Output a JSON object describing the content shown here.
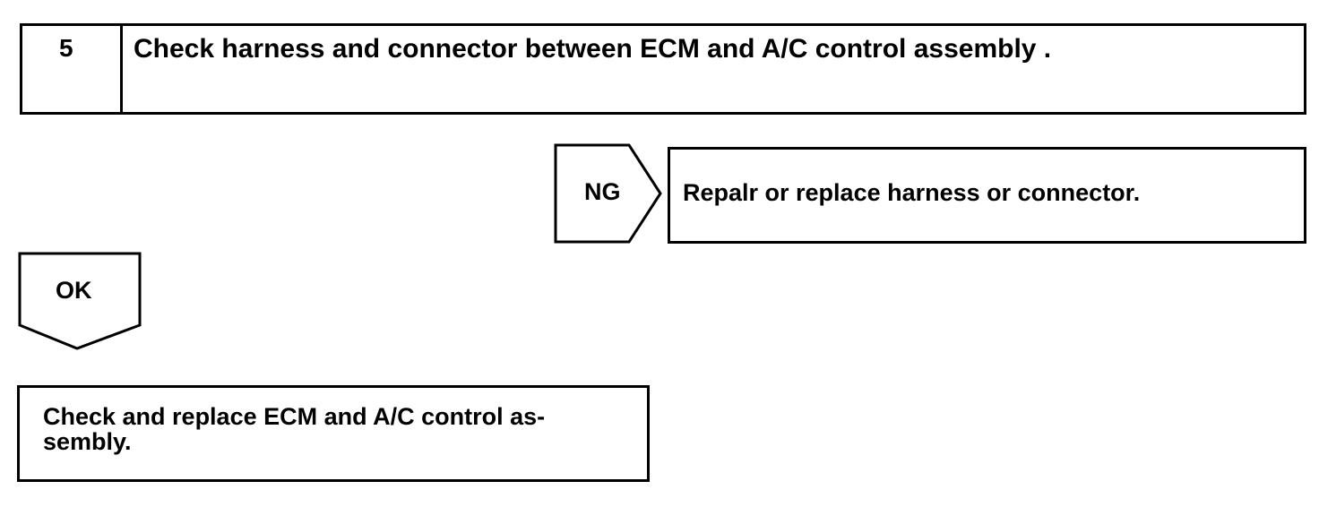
{
  "step": {
    "number": "5",
    "title": "Check harness and connector between ECM and A/C control assembly ."
  },
  "ng_branch": {
    "label": "NG",
    "action": "Repalr or replace harness or connector."
  },
  "ok_branch": {
    "label": "OK",
    "action_line1": "Check and replace ECM and A/C control as-",
    "action_line2": "sembly."
  }
}
